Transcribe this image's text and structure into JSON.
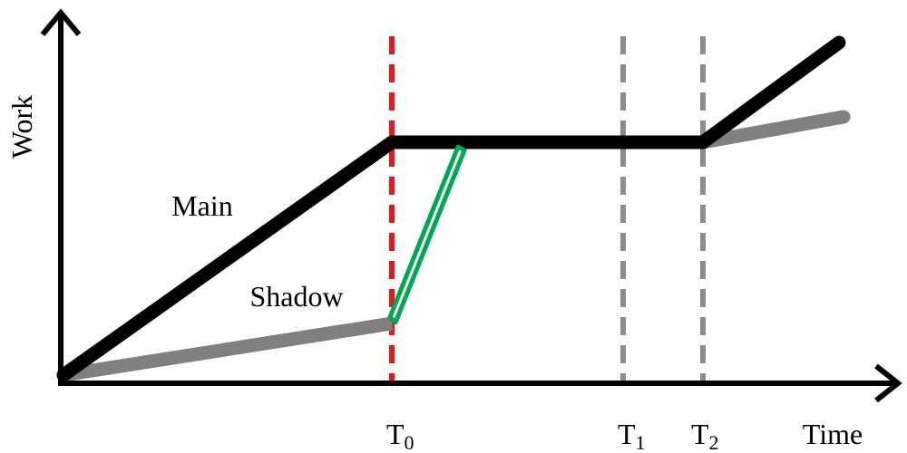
{
  "labels": {
    "y_axis": "Work",
    "x_axis": "Time",
    "main": "Main",
    "shadow": "Shadow",
    "t0": "T",
    "t0_sub": "0",
    "t1": "T",
    "t1_sub": "1",
    "t2": "T",
    "t2_sub": "2"
  },
  "colors": {
    "axis": "#000000",
    "main_line": "#000000",
    "shadow_line": "#808080",
    "t0_marker": "#e8161b",
    "t_markers": "#8c8c8c",
    "transfer": "#00a651"
  }
}
